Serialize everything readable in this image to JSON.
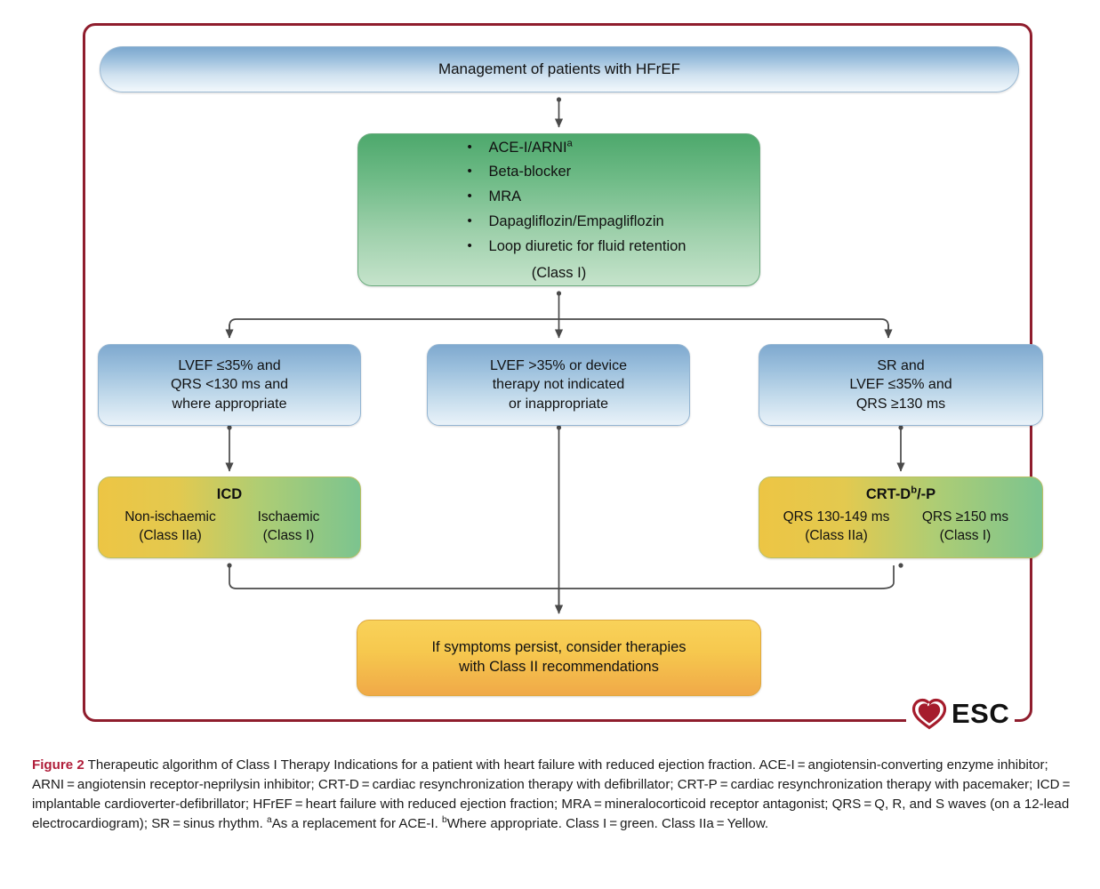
{
  "figure": {
    "title": "Management of patients with HFrEF",
    "border_color": "#8f1d2d"
  },
  "meds_box": {
    "items": [
      "ACE-I/ARNI",
      "Beta-blocker",
      "MRA",
      "Dapagliflozin/Empagliflozin",
      "Loop diuretic for fluid retention"
    ],
    "item_sup": [
      "a",
      "",
      "",
      "",
      ""
    ],
    "class_label": "(Class I)",
    "color": "#4da86c"
  },
  "criteria": [
    {
      "name": "left",
      "lines": [
        "LVEF ≤35% and",
        "QRS <130 ms and",
        "where appropriate"
      ]
    },
    {
      "name": "middle",
      "lines": [
        "LVEF >35% or device",
        "therapy not indicated",
        "or inappropriate"
      ]
    },
    {
      "name": "right",
      "lines": [
        "SR and",
        "LVEF ≤35% and",
        "QRS ≥130 ms"
      ]
    }
  ],
  "devices": [
    {
      "name": "icd",
      "title": "ICD",
      "title_sup": "",
      "left_col": [
        "Non-ischaemic",
        "(Class IIa)"
      ],
      "right_col": [
        "Ischaemic",
        "(Class I)"
      ]
    },
    {
      "name": "crt",
      "title": "CRT-D",
      "title_sup": "b",
      "title_suffix": "/-P",
      "left_col": [
        "QRS 130-149 ms",
        "(Class IIa)"
      ],
      "right_col": [
        "QRS ≥150 ms",
        "(Class I)"
      ]
    }
  ],
  "outcome": {
    "lines": [
      "If symptoms persist, consider therapies",
      "with Class II recommendations"
    ],
    "color": "#f6c84e"
  },
  "logo": {
    "text": "ESC",
    "heart_color": "#a51c2c"
  },
  "caption": {
    "label": "Figure 2",
    "body_1": " Therapeutic algorithm of Class I Therapy Indications for a patient with heart failure with reduced ejection fraction. ACE-I = angiotensin-converting enzyme inhibitor; ARNI = angiotensin receptor-neprilysin inhibitor; CRT-D = cardiac resynchronization therapy with defibrillator; CRT-P = cardiac resynchronization therapy with pacemaker; ICD = implantable cardioverter-defibrillator; HFrEF = heart failure with reduced ejection fraction; MRA = mineralocorticoid receptor antagonist; QRS = Q, R, and S waves (on a 12-lead electrocardiogram); SR = sinus rhythm. ",
    "sup_a": "a",
    "body_2": "As a replacement for ACE-I. ",
    "sup_b": "b",
    "body_3": "Where appropriate. Class I = green. Class IIa = Yellow."
  }
}
